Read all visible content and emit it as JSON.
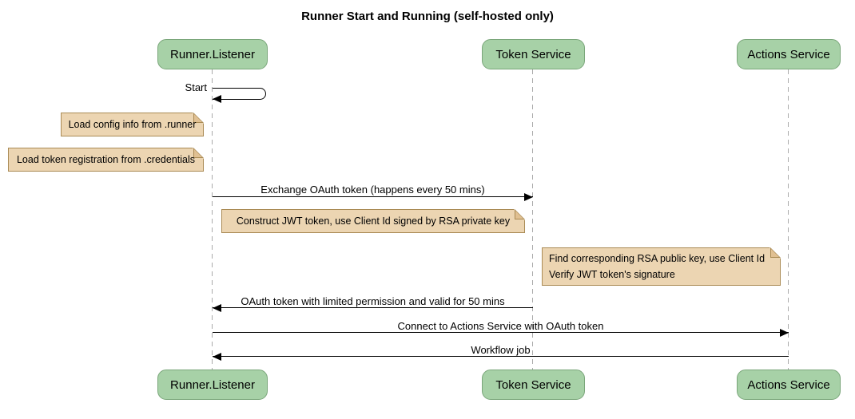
{
  "title": "Runner Start and Running (self-hosted only)",
  "participants": [
    {
      "label": "Runner.Listener"
    },
    {
      "label": "Token Service"
    },
    {
      "label": "Actions Service"
    }
  ],
  "messages": [
    {
      "label": "Start",
      "from": "Runner.Listener",
      "to": "Runner.Listener",
      "kind": "self"
    },
    {
      "label": "Exchange OAuth token (happens every 50 mins)",
      "from": "Runner.Listener",
      "to": "Token Service",
      "kind": "solid-arrow"
    },
    {
      "label": "OAuth token with limited permission and valid for 50 mins",
      "from": "Token Service",
      "to": "Runner.Listener",
      "kind": "solid-arrow"
    },
    {
      "label": "Connect to Actions Service with OAuth token",
      "from": "Runner.Listener",
      "to": "Actions Service",
      "kind": "solid-arrow"
    },
    {
      "label": "Workflow job",
      "from": "Actions Service",
      "to": "Runner.Listener",
      "kind": "solid-arrow"
    }
  ],
  "notes": [
    {
      "text": "Load config info from .runner"
    },
    {
      "text": "Load token registration from .credentials"
    },
    {
      "text": "Construct JWT token, use Client Id signed by RSA private key"
    },
    {
      "text": "Find corresponding RSA public key, use Client Id\nVerify JWT token's signature"
    }
  ],
  "colors": {
    "background": "#ffffff",
    "participant_fill": "#a7d1a7",
    "participant_border": "#7aa67a",
    "note_fill": "#ecd5b2",
    "note_border": "#aa8b55",
    "note_flap": "#e0c092",
    "lifeline": "#aaaaaa",
    "message_line": "#000000",
    "text": "#000000"
  }
}
